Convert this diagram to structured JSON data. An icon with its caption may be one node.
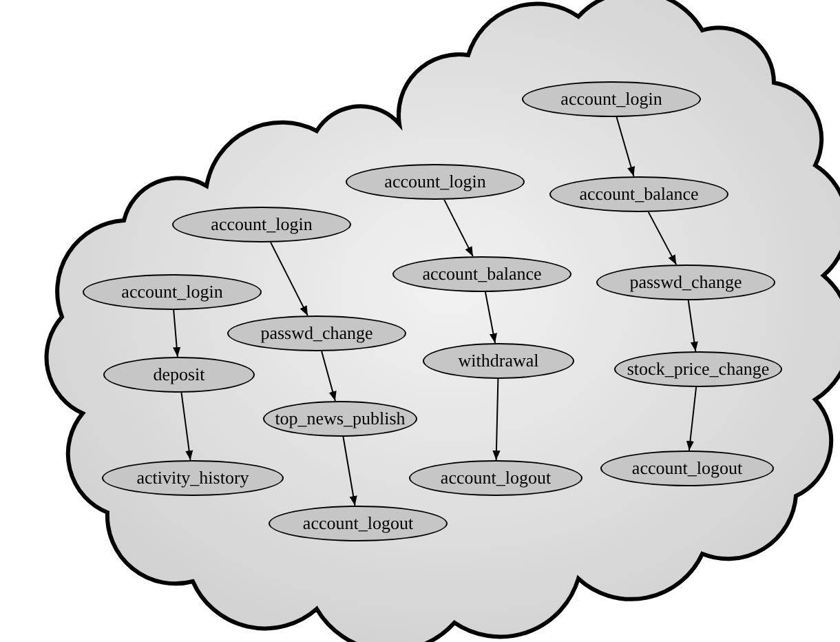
{
  "diagram": {
    "nodes": [
      {
        "text": [
          "account_login"
        ]
      },
      {
        "text": [
          "deposit"
        ]
      },
      {
        "text": [
          "activity_history"
        ]
      },
      {
        "text": [
          "account_login"
        ]
      },
      {
        "text": [
          "passwd_change"
        ]
      },
      {
        "text": [
          "top_news_publish"
        ]
      },
      {
        "text": [
          "account_logout"
        ]
      },
      {
        "text": [
          "account_login"
        ]
      },
      {
        "text": [
          "account_balance"
        ]
      },
      {
        "text": [
          "withdrawal"
        ]
      },
      {
        "text": [
          "account_logout"
        ]
      },
      {
        "text": [
          "account_login"
        ]
      },
      {
        "text": [
          "account_balance"
        ]
      },
      {
        "text": [
          "passwd_change"
        ]
      },
      {
        "text": [
          "stock_price_change"
        ]
      },
      {
        "text": [
          "account_logout"
        ]
      }
    ],
    "edges": [
      {
        "from": 0,
        "to": 1,
        "arrow": "to"
      },
      {
        "from": 1,
        "to": 2,
        "arrow": "to"
      },
      {
        "from": 3,
        "to": 4,
        "arrow": "to"
      },
      {
        "from": 4,
        "to": 5,
        "arrow": "to"
      },
      {
        "from": 5,
        "to": 6,
        "arrow": "to"
      },
      {
        "from": 7,
        "to": 8,
        "arrow": "to"
      },
      {
        "from": 8,
        "to": 9,
        "arrow": "to"
      },
      {
        "from": 9,
        "to": 10,
        "arrow": "to"
      },
      {
        "from": 11,
        "to": 12,
        "arrow": "to"
      },
      {
        "from": 12,
        "to": 13,
        "arrow": "to"
      },
      {
        "from": 13,
        "to": 14,
        "arrow": "to"
      },
      {
        "from": 14,
        "to": 15,
        "arrow": "to"
      }
    ]
  }
}
